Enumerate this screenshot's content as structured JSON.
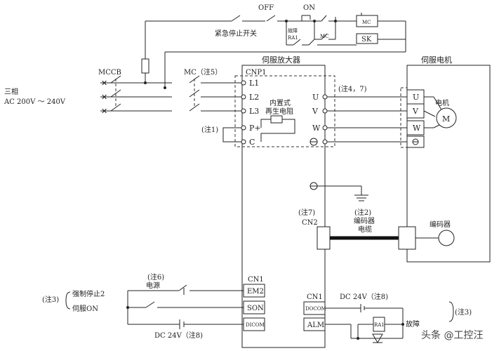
{
  "labels": {
    "three_phase": "三相",
    "ac_supply": "AC 200V ～ 240V",
    "mccb": "MCCB",
    "mc_note5": "MC（注5）",
    "off": "OFF",
    "on": "ON",
    "emergency_stop": "紧急停止开关",
    "fault": "故障",
    "ra1": "RA1",
    "mc": "MC",
    "sk": "SK",
    "servo_amp": "伺服放大器",
    "servo_motor": "伺服电机",
    "cnp1": "CNP1",
    "l1": "L1",
    "l2": "L2",
    "l3": "L3",
    "pplus": "P+",
    "c": "C",
    "note1": "(注1)",
    "internal": "内置式",
    "regen": "再生电阻",
    "u": "U",
    "v": "V",
    "w": "W",
    "note47": "(注4，7)",
    "motor": "电机",
    "m": "M",
    "note7": "(注7)",
    "cn2": "CN2",
    "note2": "(注2)",
    "encoder_cable1": "编码器",
    "encoder_cable2": "电缆",
    "encoder": "编码器",
    "cn1_left": "CN1",
    "em2": "EM2",
    "son": "SON",
    "dicom": "DICOM",
    "note6": "(注6)",
    "power": "电源",
    "note3": "(注3)",
    "forced_stop2": "强制停止2",
    "servo_on": "伺服ON",
    "dc24_left": "DC 24V（注8)",
    "cn1_right": "CN1",
    "docom": "DOCOM",
    "alm": "ALM",
    "dc24_right": "DC 24V（注8)",
    "ra1_coil": "RA1",
    "fault_right": "故障",
    "note3_right": "(注3)",
    "watermark": "头条 @工控汪"
  },
  "colors": {
    "line": "#222222",
    "cable": "#111111",
    "background": "#ffffff"
  }
}
